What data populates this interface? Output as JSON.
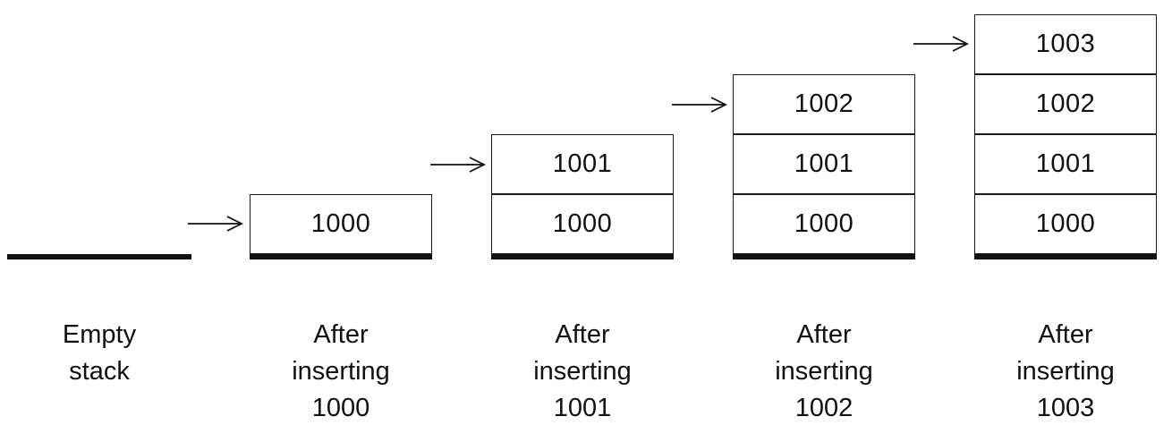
{
  "stages": [
    {
      "caption": [
        "Empty",
        "stack"
      ],
      "items": []
    },
    {
      "caption": [
        "After",
        "inserting",
        "1000"
      ],
      "items": [
        "1000"
      ]
    },
    {
      "caption": [
        "After",
        "inserting",
        "1001"
      ],
      "items": [
        "1001",
        "1000"
      ]
    },
    {
      "caption": [
        "After",
        "inserting",
        "1002"
      ],
      "items": [
        "1002",
        "1001",
        "1000"
      ]
    },
    {
      "caption": [
        "After",
        "inserting",
        "1003"
      ],
      "items": [
        "1003",
        "1002",
        "1001",
        "1000"
      ]
    }
  ]
}
